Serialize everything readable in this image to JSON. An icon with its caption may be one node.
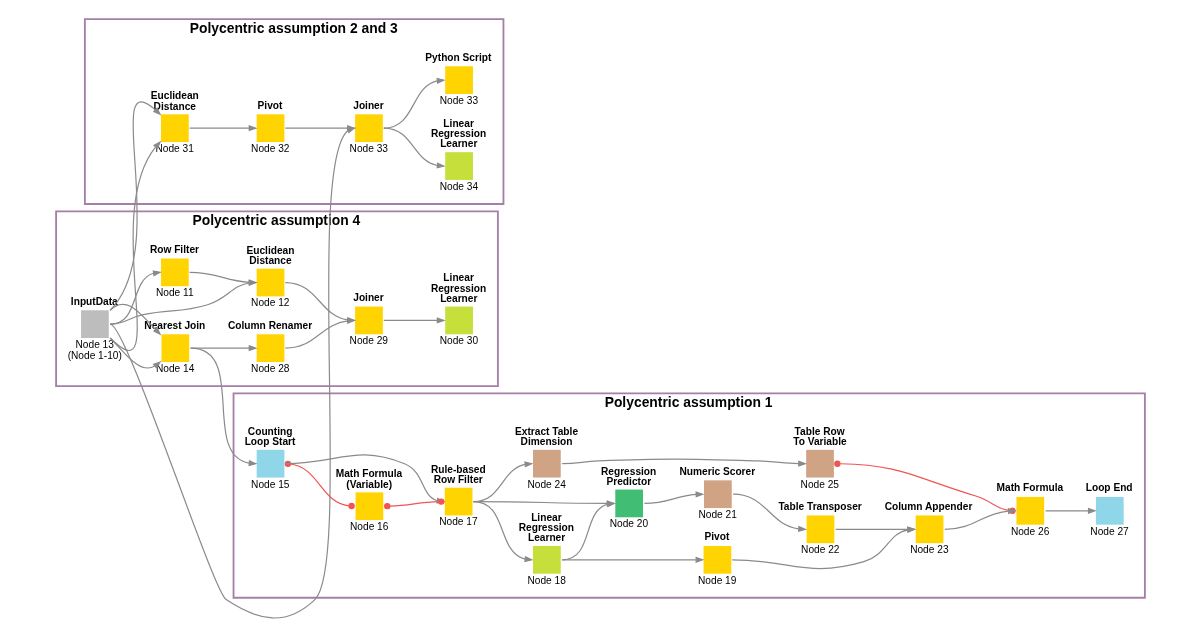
{
  "diagram": {
    "nodes": [
      {
        "text": [
          "Polycentric assumption 2 and 3"
        ]
      },
      {
        "text": [
          "Euclidean Distance",
          "Node 31"
        ],
        "in": 0
      },
      {
        "text": [
          "Pivot",
          "Node 32"
        ],
        "in": 0
      },
      {
        "text": [
          "Joiner",
          "Node 33"
        ],
        "in": 0
      },
      {
        "text": [
          "Linear Regression Learner",
          "Node 34"
        ],
        "in": 0
      },
      {
        "text": [
          "Python Script",
          "Node 33"
        ],
        "in": 0
      },
      {
        "text": [
          "Polycentric assumption 4"
        ]
      },
      {
        "text": [
          "InputData",
          "Node 13 (Node 1-10)"
        ],
        "in": 6
      },
      {
        "text": [
          "Row Filter",
          "Node 11"
        ],
        "in": 6
      },
      {
        "text": [
          "Euclidean Distance",
          "Node 12"
        ],
        "in": 6
      },
      {
        "text": [
          "Nearest Join",
          "Node 14"
        ],
        "in": 6
      },
      {
        "text": [
          "Column Renamer",
          "Node 28"
        ],
        "in": 6
      },
      {
        "text": [
          "Joiner",
          "Node 29"
        ],
        "in": 6
      },
      {
        "text": [
          "Linear Regression Learner",
          "Node 30"
        ],
        "in": 6
      },
      {
        "text": [
          "Polycentric assumption 1"
        ]
      },
      {
        "text": [
          "Counting Loop Start",
          "Node 15"
        ],
        "in": 14
      },
      {
        "text": [
          "Math Formula (Variable)",
          "Node 16"
        ],
        "in": 14
      },
      {
        "text": [
          "Rule-based Row Filter",
          "Node 17"
        ],
        "in": 14
      },
      {
        "text": [
          "Linear Regression Learner",
          "Node 18"
        ],
        "in": 14
      },
      {
        "text": [
          "Pivot",
          "Node 19"
        ],
        "in": 14
      },
      {
        "text": [
          "Extract Table Dimension",
          "Node 24"
        ],
        "in": 14
      },
      {
        "text": [
          "Table Row To Variable",
          "Node 25"
        ],
        "in": 14
      },
      {
        "text": [
          "Regression Predictor",
          "Node 20"
        ],
        "in": 14
      },
      {
        "text": [
          "Numeric Scorer",
          "Node 21"
        ],
        "in": 14
      },
      {
        "text": [
          "Table Transposer",
          "Node 22"
        ],
        "in": 14
      },
      {
        "text": [
          "Column Appender",
          "Node 23"
        ],
        "in": 14
      },
      {
        "text": [
          "Math Formula",
          "Node 26"
        ],
        "in": 14
      },
      {
        "text": [
          "Loop End",
          "Node 27"
        ],
        "in": 14
      }
    ],
    "edges": [
      {
        "from": 7,
        "to": 1,
        "arrow": "to"
      },
      {
        "from": 7,
        "to": 1,
        "arrow": "to"
      },
      {
        "from": 7,
        "to": 3,
        "arrow": "to"
      },
      {
        "from": 1,
        "to": 2,
        "arrow": "to"
      },
      {
        "from": 2,
        "to": 3,
        "arrow": "to"
      },
      {
        "from": 3,
        "to": 4,
        "arrow": "to"
      },
      {
        "from": 3,
        "to": 5,
        "arrow": "to"
      },
      {
        "from": 7,
        "to": 9,
        "arrow": "to"
      },
      {
        "from": 7,
        "to": 8,
        "arrow": "to"
      },
      {
        "from": 8,
        "to": 9,
        "arrow": "to"
      },
      {
        "from": 7,
        "to": 10,
        "arrow": "to"
      },
      {
        "from": 7,
        "to": 10,
        "arrow": "to"
      },
      {
        "from": 9,
        "to": 12,
        "arrow": "to"
      },
      {
        "from": 10,
        "to": 11,
        "arrow": "to"
      },
      {
        "from": 11,
        "to": 12,
        "arrow": "to"
      },
      {
        "from": 12,
        "to": 13,
        "arrow": "to"
      },
      {
        "from": 10,
        "to": 15,
        "arrow": "to"
      },
      {
        "from": 15,
        "to": 16,
        "arrow": "other",
        "color": "#f25353"
      },
      {
        "from": 16,
        "to": 17,
        "arrow": "other",
        "color": "#f25353"
      },
      {
        "from": 15,
        "to": 17,
        "arrow": "to"
      },
      {
        "from": 17,
        "to": 20,
        "arrow": "to"
      },
      {
        "from": 17,
        "to": 18,
        "arrow": "to"
      },
      {
        "from": 17,
        "to": 22,
        "arrow": "to"
      },
      {
        "from": 18,
        "to": 22,
        "arrow": "to"
      },
      {
        "from": 18,
        "to": 19,
        "arrow": "to"
      },
      {
        "from": 19,
        "to": 25,
        "arrow": "to"
      },
      {
        "from": 20,
        "to": 21,
        "arrow": "to"
      },
      {
        "from": 22,
        "to": 23,
        "arrow": "to"
      },
      {
        "from": 23,
        "to": 24,
        "arrow": "to"
      },
      {
        "from": 24,
        "to": 25,
        "arrow": "to"
      },
      {
        "from": 25,
        "to": 26,
        "arrow": "to"
      },
      {
        "from": 21,
        "to": 26,
        "arrow": "other",
        "color": "#f25353"
      },
      {
        "from": 26,
        "to": 27,
        "arrow": "to"
      }
    ]
  }
}
